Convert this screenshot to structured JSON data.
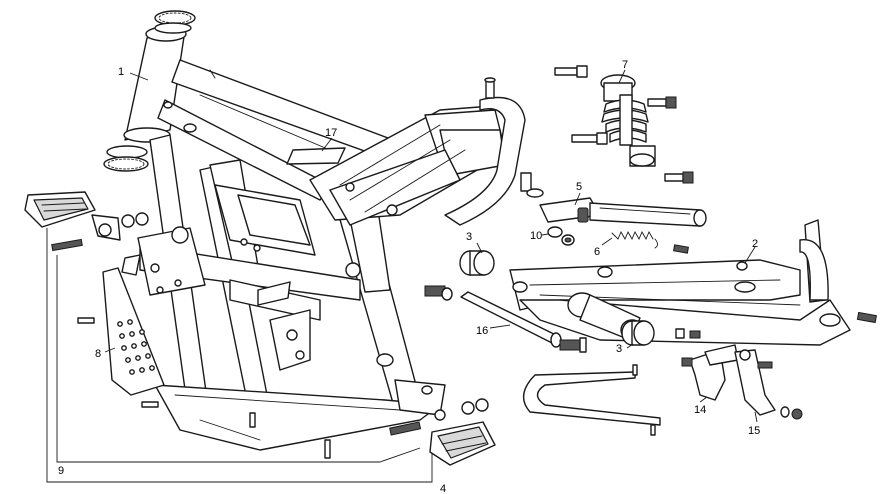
{
  "callouts": {
    "c1": "1",
    "c2": "2",
    "c3a": "3",
    "c3b": "3",
    "c4": "4",
    "c5": "5",
    "c6": "6",
    "c7": "7",
    "c8": "8",
    "c9": "9",
    "c10": "10",
    "c14": "14",
    "c15": "15",
    "c16": "16",
    "c17": "17"
  },
  "colors": {
    "line": "#1a1a1a",
    "fill": "#ffffff",
    "shade": "#d9d9d9"
  }
}
